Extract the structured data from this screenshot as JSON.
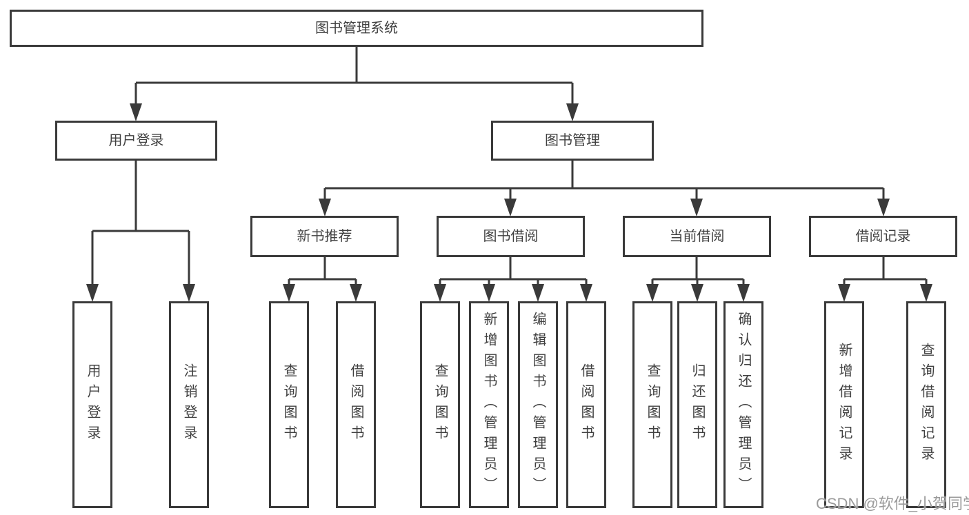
{
  "root": {
    "label": "图书管理系统"
  },
  "level2": {
    "user_login": {
      "label": "用户登录"
    },
    "book_mgmt": {
      "label": "图书管理"
    }
  },
  "level3": {
    "new_books": {
      "label": "新书推荐"
    },
    "book_borrow": {
      "label": "图书借阅"
    },
    "current_borrow": {
      "label": "当前借阅"
    },
    "borrow_records": {
      "label": "借阅记录"
    }
  },
  "leaves": {
    "user_login": [
      "用户登录",
      "注销登录"
    ],
    "new_books": [
      "查询图书",
      "借阅图书"
    ],
    "book_borrow": [
      "查询图书",
      "新增图书（管理员）",
      "编辑图书（管理员）",
      "借阅图书"
    ],
    "current_borrow": [
      "查询图书",
      "归还图书",
      "确认归还（管理员）"
    ],
    "borrow_records": [
      "新增借阅记录",
      "查询借阅记录"
    ]
  },
  "watermark": "CSDN @软件_小贺同学",
  "colors": {
    "line": "#3a3a3a",
    "box_border": "#3a3a3a",
    "text": "#404040",
    "watermark": "#9a9a9a",
    "background": "#ffffff"
  }
}
